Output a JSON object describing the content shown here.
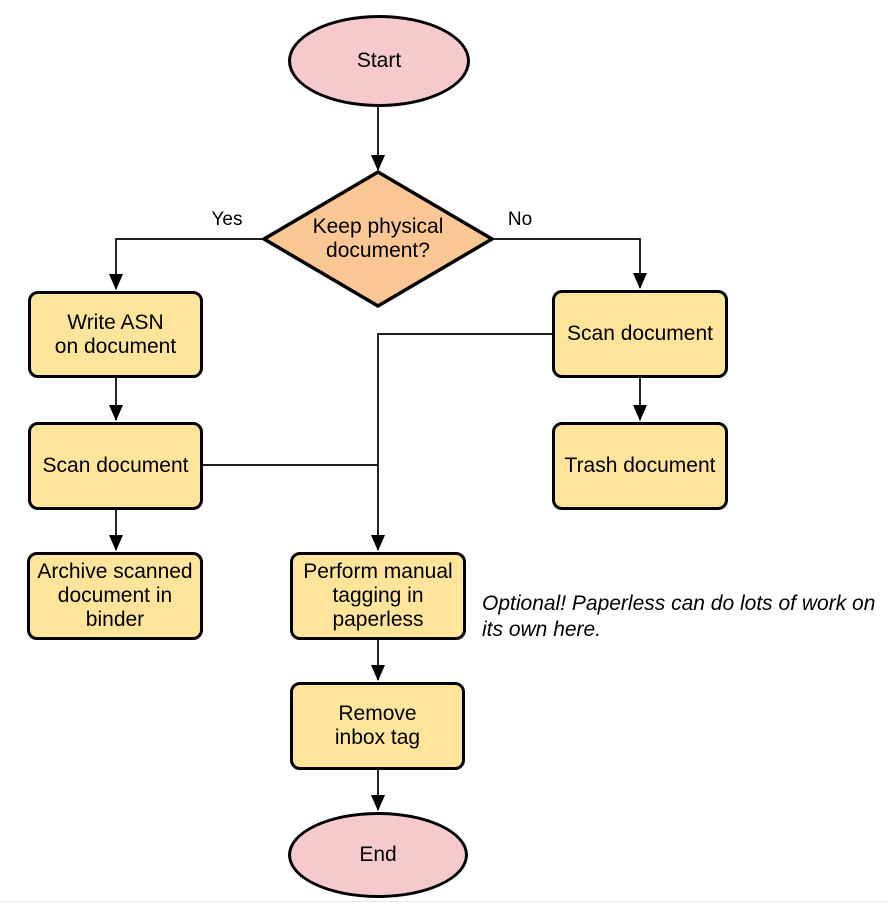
{
  "colors": {
    "background": "#ffffff",
    "terminal_fill": "#f6c9cc",
    "decision_fill": "#fac795",
    "process_fill": "#ffe49c",
    "node_stroke": "#000000",
    "edge_stroke": "#000000",
    "footer_divider": "#e8e9eb"
  },
  "flowchart": {
    "nodes": {
      "start": {
        "label": "Start",
        "shape": "ellipse"
      },
      "decision": {
        "label": "Keep physical\ndocument?",
        "shape": "diamond"
      },
      "write_asn": {
        "label": "Write ASN\non document",
        "shape": "rect"
      },
      "scan_left": {
        "label": "Scan document",
        "shape": "rect"
      },
      "archive": {
        "label": "Archive scanned\ndocument in\nbinder",
        "shape": "rect"
      },
      "scan_right": {
        "label": "Scan document",
        "shape": "rect"
      },
      "trash": {
        "label": "Trash document",
        "shape": "rect"
      },
      "tagging": {
        "label": "Perform manual\ntagging in\npaperless",
        "shape": "rect"
      },
      "remove_inbox": {
        "label": "Remove\ninbox tag",
        "shape": "rect"
      },
      "end": {
        "label": "End",
        "shape": "ellipse"
      }
    },
    "edge_labels": {
      "yes": "Yes",
      "no": "No"
    },
    "edges": [
      {
        "from": "start",
        "to": "decision"
      },
      {
        "from": "decision",
        "to": "write_asn",
        "label": "Yes"
      },
      {
        "from": "decision",
        "to": "scan_right",
        "label": "No"
      },
      {
        "from": "write_asn",
        "to": "scan_left"
      },
      {
        "from": "scan_left",
        "to": "archive"
      },
      {
        "from": "scan_left",
        "to": "tagging"
      },
      {
        "from": "scan_right",
        "to": "trash"
      },
      {
        "from": "scan_right",
        "to": "tagging"
      },
      {
        "from": "tagging",
        "to": "remove_inbox"
      },
      {
        "from": "remove_inbox",
        "to": "end"
      }
    ],
    "note": "Optional! Paperless can do lots of work on\nits own here."
  }
}
